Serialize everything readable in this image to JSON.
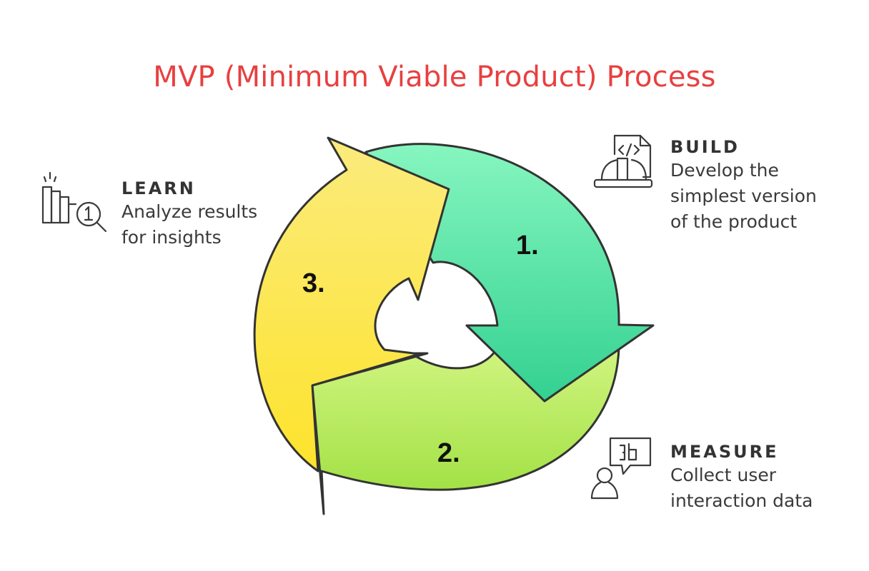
{
  "title": "MVP (Minimum Viable Product) Process",
  "steps": [
    {
      "number": "1.",
      "heading": "BUILD",
      "description": [
        "Develop the",
        "simplest version",
        "of the product"
      ],
      "icon": "code-hardhat-icon",
      "color": "#3fdb9a"
    },
    {
      "number": "2.",
      "heading": "MEASURE",
      "description": [
        "Collect user",
        "interaction data"
      ],
      "icon": "user-chat-chart-icon",
      "color": "#a6e245"
    },
    {
      "number": "3.",
      "heading": "LEARN",
      "description": [
        "Analyze results",
        "for insights"
      ],
      "icon": "bar-chart-magnifier-icon",
      "color": "#fce64a"
    }
  ],
  "colors": {
    "title": "#e84040",
    "outline": "#333333"
  }
}
